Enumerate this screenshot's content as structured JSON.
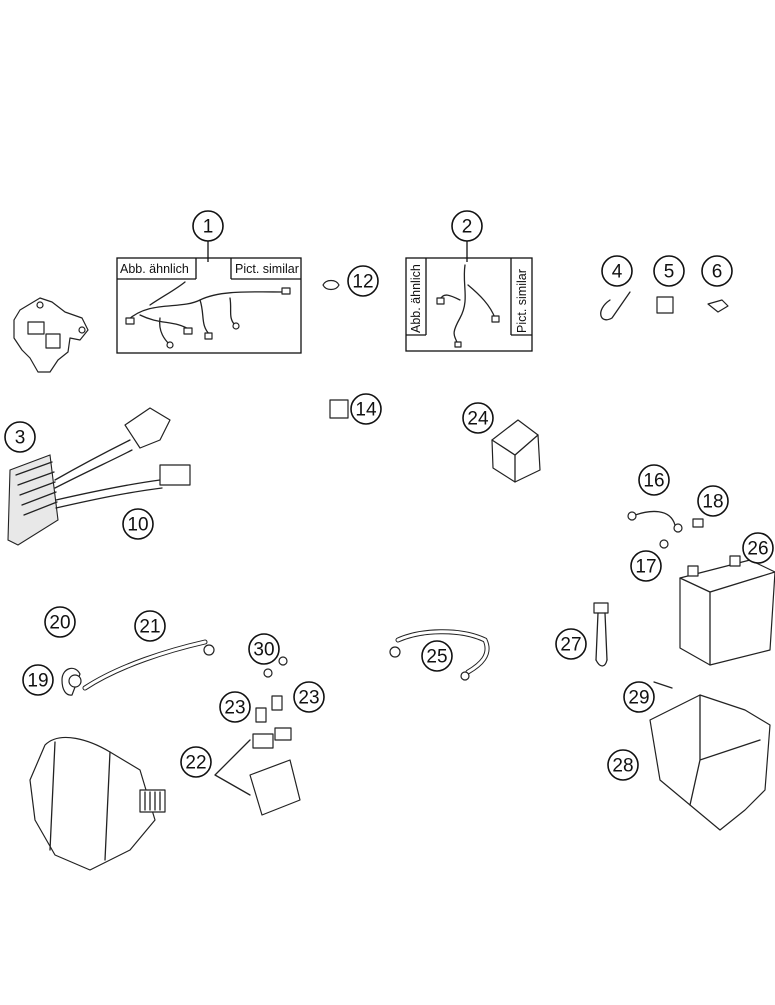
{
  "frames": {
    "harness_1": {
      "label_left": "Abb. ähnlich",
      "label_right": "Pict. similar"
    },
    "harness_2": {
      "label_left": "Abb. ähnlich",
      "label_right": "Pict. similar"
    }
  },
  "callouts": [
    {
      "id": "c1",
      "label": "1"
    },
    {
      "id": "c2",
      "label": "2"
    },
    {
      "id": "c3",
      "label": "3"
    },
    {
      "id": "c4",
      "label": "4"
    },
    {
      "id": "c5",
      "label": "5"
    },
    {
      "id": "c6",
      "label": "6"
    },
    {
      "id": "c10",
      "label": "10"
    },
    {
      "id": "c12",
      "label": "12"
    },
    {
      "id": "c14",
      "label": "14"
    },
    {
      "id": "c16",
      "label": "16"
    },
    {
      "id": "c17",
      "label": "17"
    },
    {
      "id": "c18",
      "label": "18"
    },
    {
      "id": "c19",
      "label": "19"
    },
    {
      "id": "c20",
      "label": "20"
    },
    {
      "id": "c21",
      "label": "21"
    },
    {
      "id": "c22",
      "label": "22"
    },
    {
      "id": "c23a",
      "label": "23"
    },
    {
      "id": "c23b",
      "label": "23"
    },
    {
      "id": "c24",
      "label": "24"
    },
    {
      "id": "c25",
      "label": "25"
    },
    {
      "id": "c26",
      "label": "26"
    },
    {
      "id": "c27",
      "label": "27"
    },
    {
      "id": "c28",
      "label": "28"
    },
    {
      "id": "c29",
      "label": "29"
    },
    {
      "id": "c30",
      "label": "30"
    }
  ]
}
